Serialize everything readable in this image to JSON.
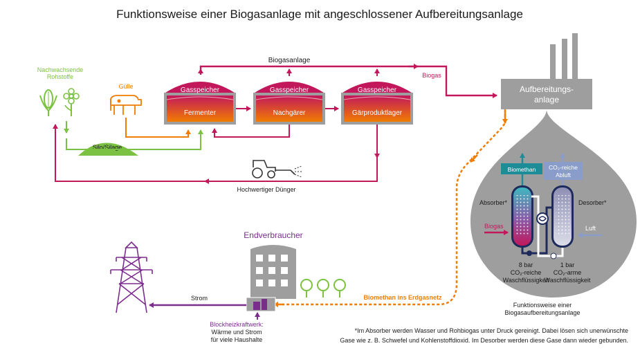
{
  "title": "Funktionsweise einer Biogasanlage mit angeschlossener Aufbereitungsanlage",
  "labels": {
    "nachwachsende_1": "Nachwachsende",
    "nachwachsende_2": "Rohstoffe",
    "guelle": "Gülle",
    "silo": "Silo/Silage",
    "biogasanlage": "Biogasanlage",
    "gasspeicher": "Gasspeicher",
    "fermenter": "Fermenter",
    "nachgaerer": "Nachgärer",
    "gaerproduktlager": "Gärproduktlager",
    "biogas_top": "Biogas",
    "aufbereitung_1": "Aufbereitungs-",
    "aufbereitung_2": "anlage",
    "duenger": "Hochwertiger Dünger",
    "endverbraucher": "Endverbraucher",
    "strom": "Strom",
    "biomethan_netz": "Biomethan ins Erdgasnetz",
    "bhkw_1": "Blockheizkraftwerk:",
    "bhkw_2": "Wärme und Strom",
    "bhkw_3": "für viele Haushalte",
    "biomethan": "Biomethan",
    "co2_reiche_abluft_1": "CO₂-reiche",
    "co2_reiche_abluft_2": "Abluft",
    "absorber": "Absorber*",
    "desorber": "Desorber*",
    "biogas_in": "Biogas",
    "luft": "Luft",
    "bar8_1": "8 bar",
    "bar8_2": "CO₂-reiche",
    "bar8_3": "Waschflüssigkeit",
    "bar1_1": "1 bar",
    "bar1_2": "CO₂-arme",
    "bar1_3": "Waschflüssigkeit",
    "caption_1": "Funktionsweise einer",
    "caption_2": "Biogasaufbereitungsanlage",
    "footnote_1": "*Im Absorber werden Wasser und Rohbiogas unter Druck gereinigt. Dabei lösen sich unerwünschte",
    "footnote_2": "Gase wie z. B. Schwefel und Kohlenstoffdioxid. Im Desorber werden diese Gase dann wieder gebunden."
  },
  "colors": {
    "magenta": "#c2185b",
    "orange": "#f07d00",
    "green": "#7cc242",
    "purple": "#7b2d8e",
    "teal": "#1e8c96",
    "grey": "#9e9e9e",
    "navy": "#1d2a5b"
  }
}
